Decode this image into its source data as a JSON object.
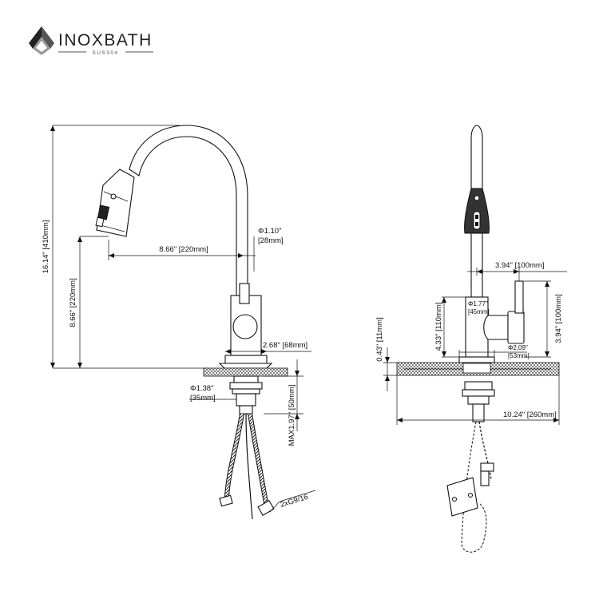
{
  "brand": {
    "name": "INOXBATH",
    "subtitle": "SUS304"
  },
  "side_view": {
    "total_height": "16.14\" [410mm]",
    "spout_height": "8.66\" [220mm]",
    "spout_reach": "8.66\" [220mm]",
    "tube_diameter_in": "Φ1.10\"",
    "tube_diameter_mm": "[28mm]",
    "base_width": "2.68\" [68mm]",
    "shank_diameter_in": "Φ1.38\"",
    "shank_diameter_mm": "[35mm]",
    "max_deck_thickness": "MAX1.97\" [50mm]",
    "hose_thread": "2xG9/16"
  },
  "front_view": {
    "handle_offset": "3.94\" [100mm]",
    "body_diameter_in": "Φ1.77\"",
    "body_diameter_mm": "[45mm]",
    "body_height": "4.33\" [110mm]",
    "handle_height": "3.94\" [100mm]",
    "base_diameter_in": "Φ2.09\"",
    "base_diameter_mm": "[53mm]",
    "plate_thickness": "0.43\" [11mm]",
    "plate_width": "10.24\" [260mm]"
  }
}
